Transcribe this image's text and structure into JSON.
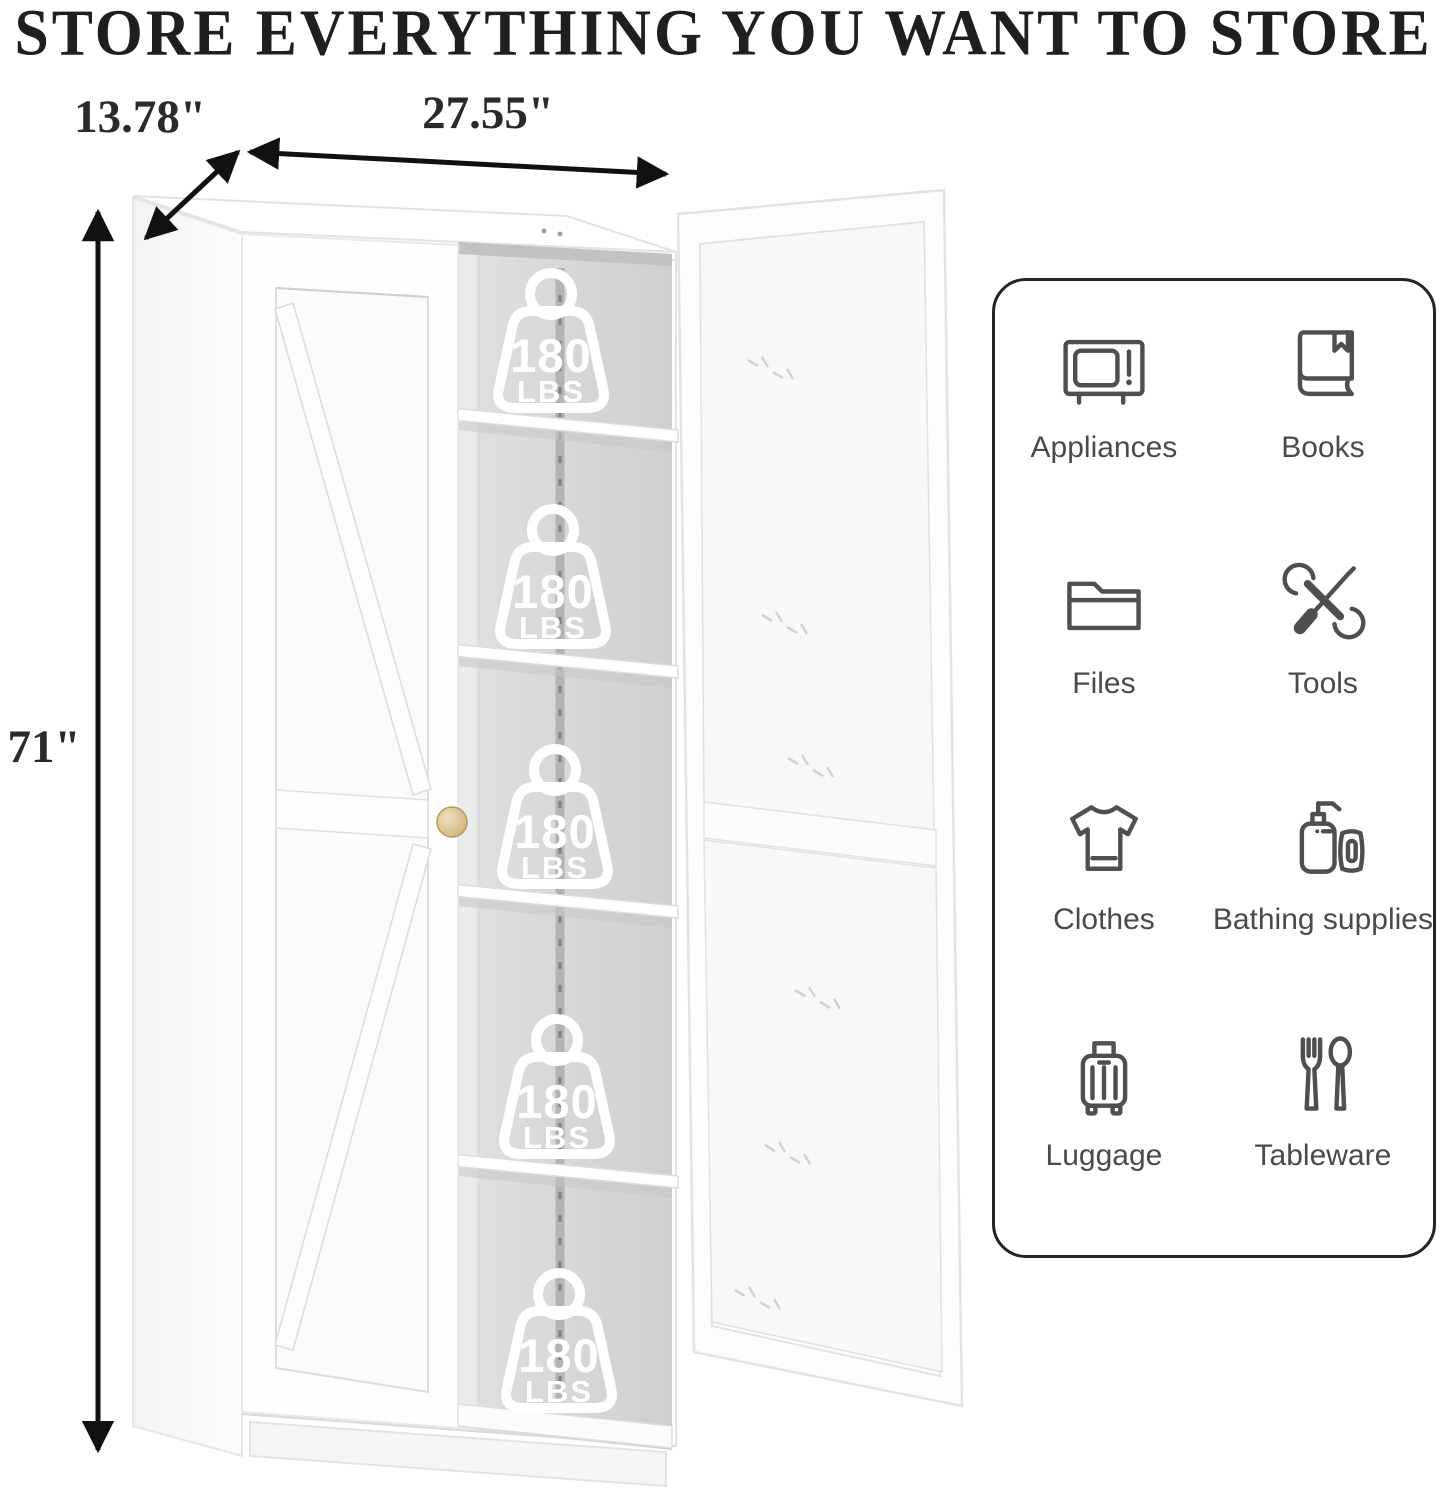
{
  "title": "STORE EVERYTHING YOU WANT TO STORE",
  "dimensions": {
    "depth": "13.78\"",
    "width": "27.55\"",
    "height": "71\""
  },
  "capacity": {
    "value": "180",
    "unit": "LBS",
    "per_shelf": "180 LBS",
    "shelf_count": 5
  },
  "storage_panel": {
    "items": [
      {
        "label": "Appliances",
        "icon": "microwave-icon"
      },
      {
        "label": "Books",
        "icon": "book-icon"
      },
      {
        "label": "Files",
        "icon": "folder-icon"
      },
      {
        "label": "Tools",
        "icon": "tools-icon"
      },
      {
        "label": "Clothes",
        "icon": "tshirt-icon"
      },
      {
        "label": "Bathing supplies",
        "icon": "soap-bottle-icon"
      },
      {
        "label": "Luggage",
        "icon": "suitcase-icon"
      },
      {
        "label": "Tableware",
        "icon": "cutlery-icon"
      }
    ]
  },
  "colors": {
    "background": "#ffffff",
    "title_text": "#1f1f1f",
    "arrow_black": "#111111",
    "panel_border": "#242424",
    "icon_stroke": "#4f4f4f",
    "label_text": "#4a4a4a",
    "badge_white": "#ffffff",
    "interior_gray": "#d6d6d6",
    "knob_gold": "#d9c08f"
  }
}
